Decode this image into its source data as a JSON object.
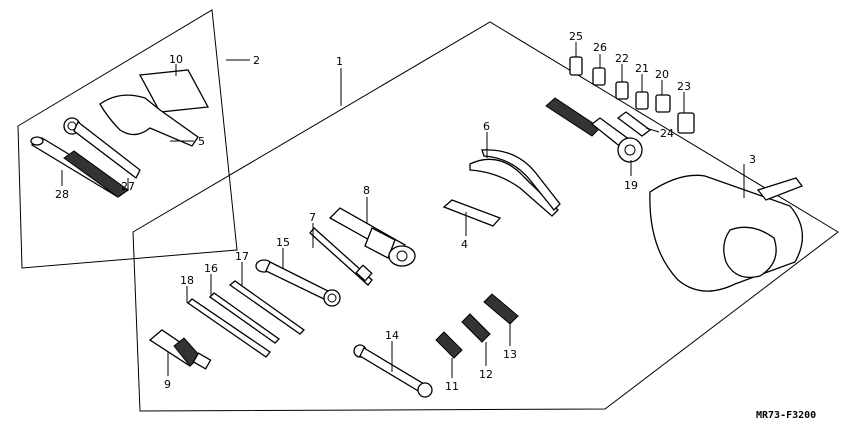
{
  "diagram": {
    "code": "MR73-F3200",
    "callouts": [
      {
        "id": "1",
        "label": "1"
      },
      {
        "id": "2",
        "label": "2"
      },
      {
        "id": "3",
        "label": "3"
      },
      {
        "id": "4",
        "label": "4"
      },
      {
        "id": "5",
        "label": "5"
      },
      {
        "id": "6",
        "label": "6"
      },
      {
        "id": "7",
        "label": "7"
      },
      {
        "id": "8",
        "label": "8"
      },
      {
        "id": "9",
        "label": "9"
      },
      {
        "id": "10",
        "label": "10"
      },
      {
        "id": "11",
        "label": "11"
      },
      {
        "id": "12",
        "label": "12"
      },
      {
        "id": "13",
        "label": "13"
      },
      {
        "id": "14",
        "label": "14"
      },
      {
        "id": "15",
        "label": "15"
      },
      {
        "id": "16",
        "label": "16"
      },
      {
        "id": "17",
        "label": "17"
      },
      {
        "id": "18",
        "label": "18"
      },
      {
        "id": "19",
        "label": "19"
      },
      {
        "id": "20",
        "label": "20"
      },
      {
        "id": "21",
        "label": "21"
      },
      {
        "id": "22",
        "label": "22"
      },
      {
        "id": "23",
        "label": "23"
      },
      {
        "id": "24",
        "label": "24"
      },
      {
        "id": "25",
        "label": "25"
      },
      {
        "id": "26",
        "label": "26"
      },
      {
        "id": "27",
        "label": "27"
      },
      {
        "id": "28",
        "label": "28"
      }
    ]
  }
}
